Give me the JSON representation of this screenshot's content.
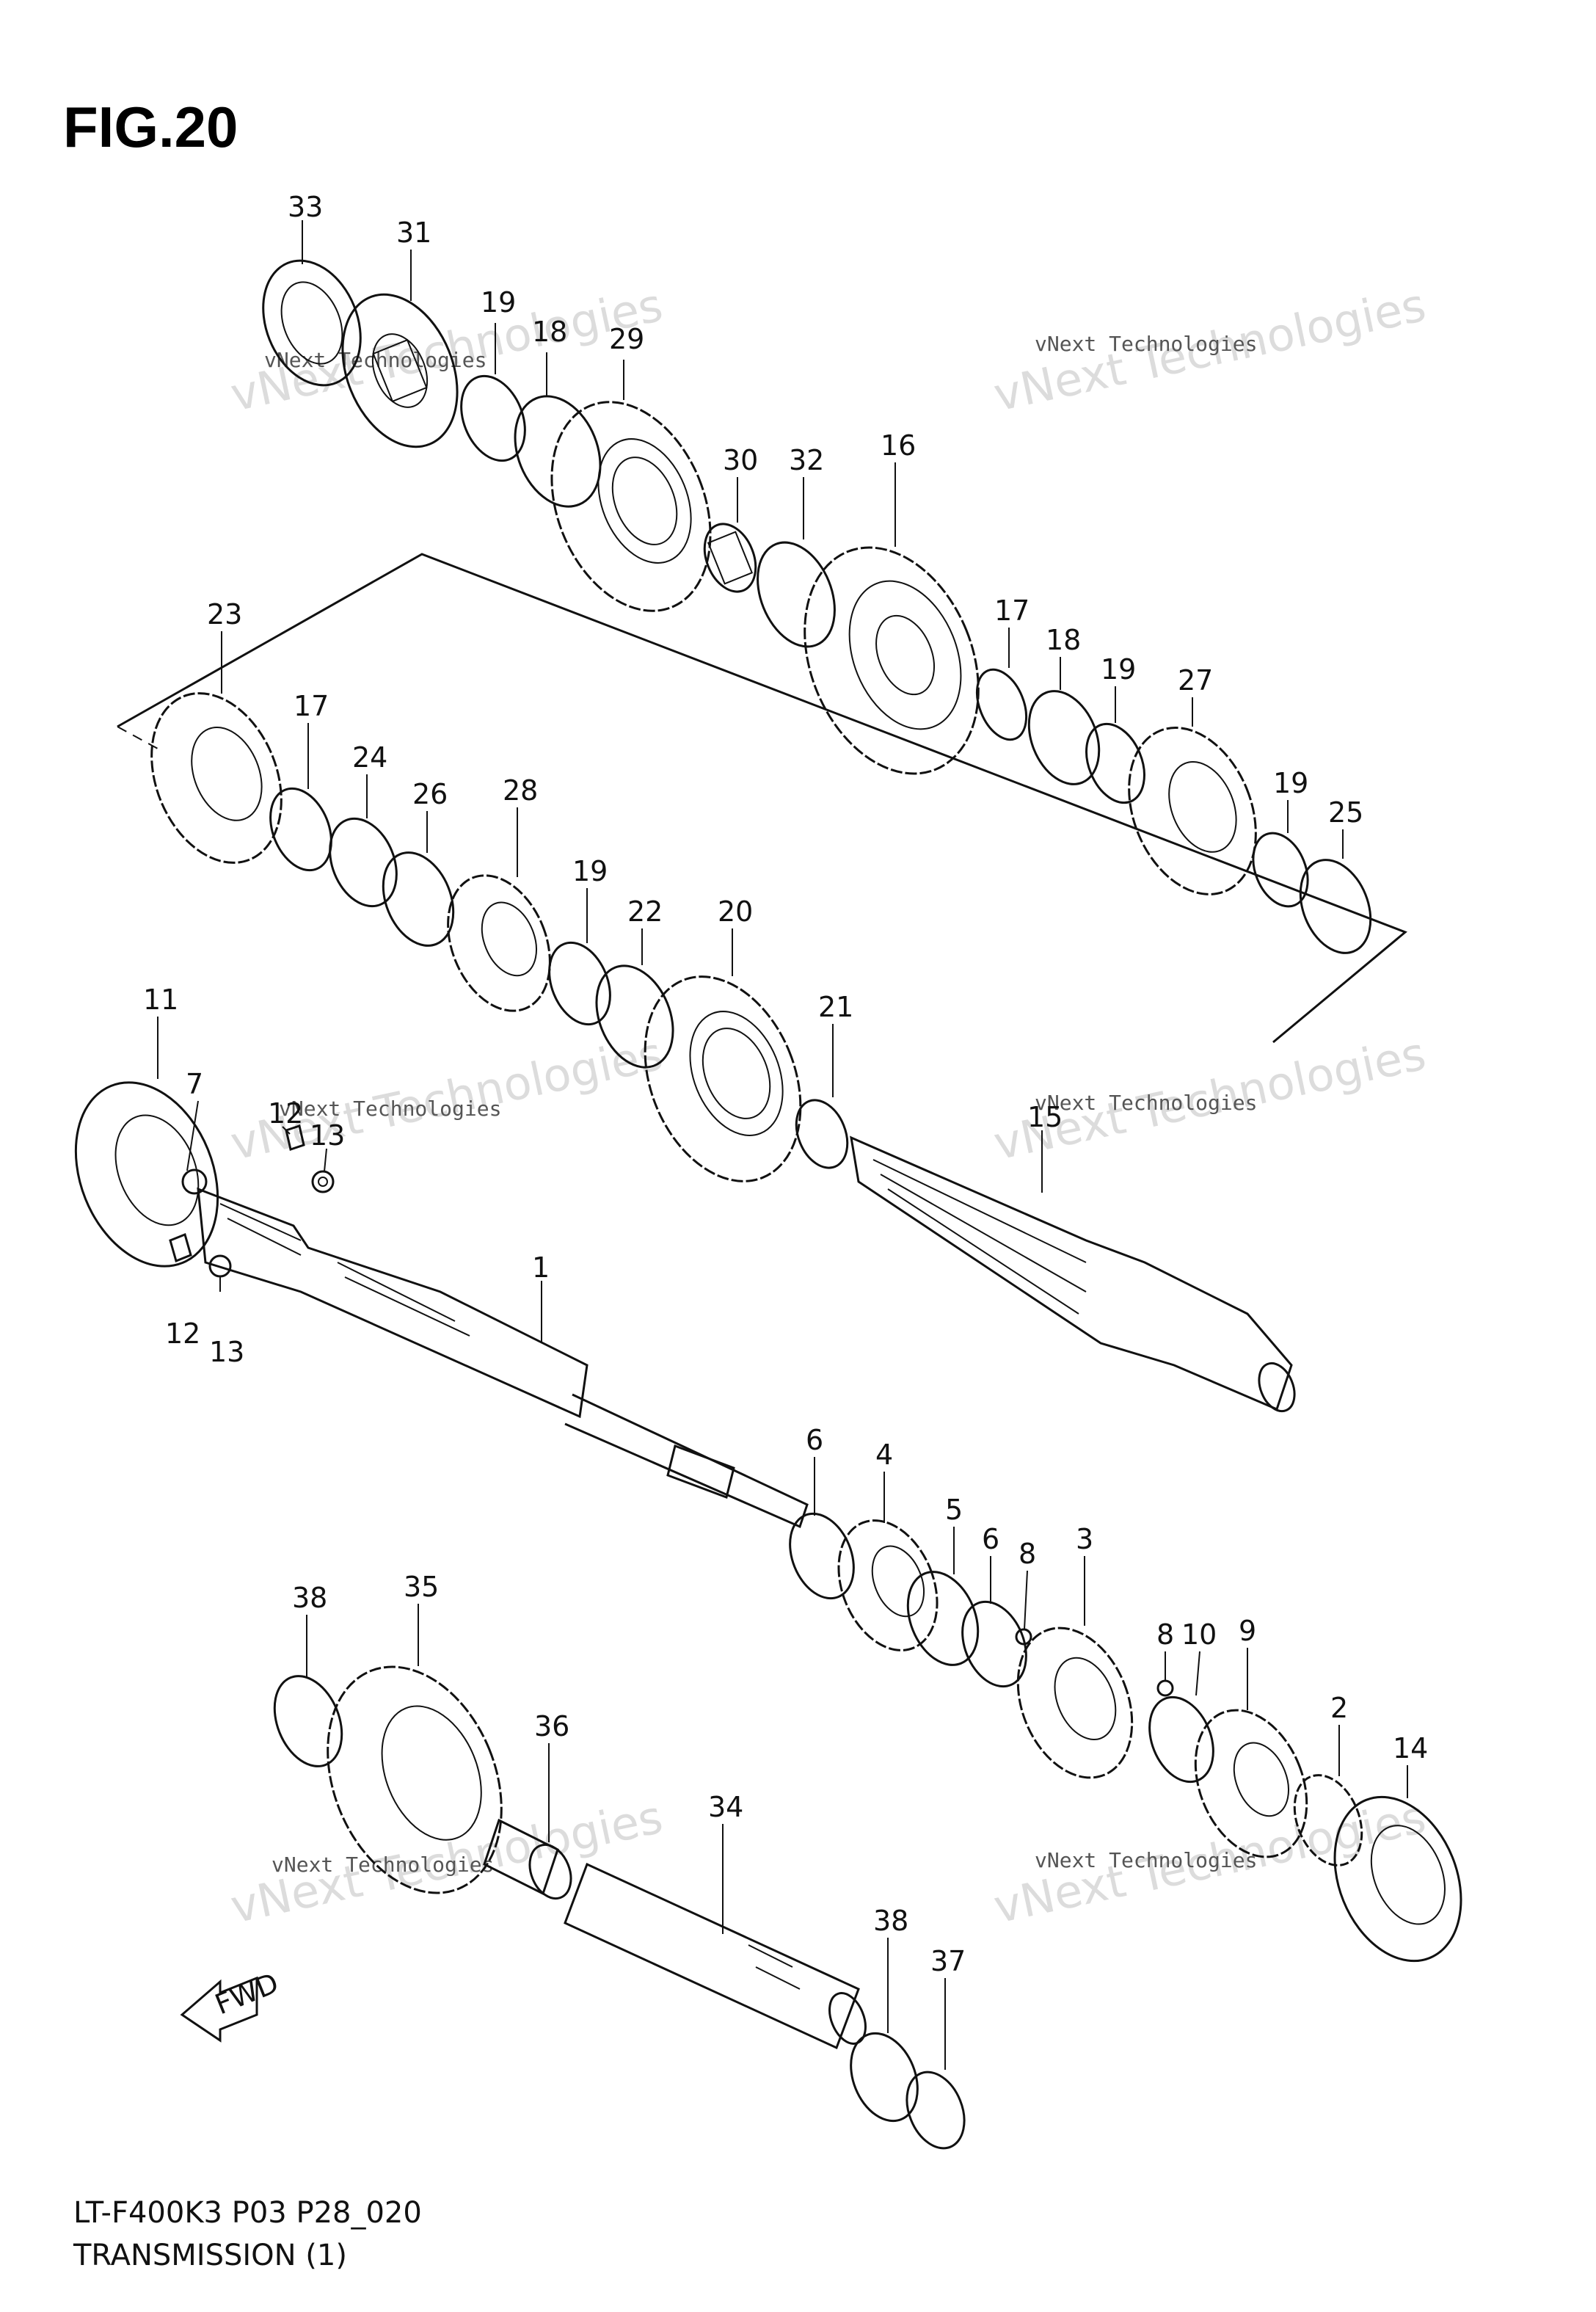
{
  "figure": {
    "title": "FIG.20"
  },
  "footer": {
    "code": "LT-F400K3 P03 P28_020",
    "section": "TRANSMISSION (1)"
  },
  "watermark": {
    "line1": "vNext Technologies",
    "line2": "vNext Technologies"
  },
  "fwd_label": "FWD",
  "callouts": [
    "33",
    "31",
    "19",
    "18",
    "29",
    "30",
    "32",
    "16",
    "17",
    "18",
    "19",
    "27",
    "19",
    "25",
    "23",
    "17",
    "24",
    "26",
    "28",
    "19",
    "22",
    "20",
    "21",
    "11",
    "7",
    "12",
    "13",
    "12",
    "13",
    "15",
    "1",
    "6",
    "4",
    "5",
    "6",
    "8",
    "3",
    "8",
    "10",
    "9",
    "2",
    "14",
    "38",
    "35",
    "36",
    "34",
    "38",
    "37"
  ]
}
